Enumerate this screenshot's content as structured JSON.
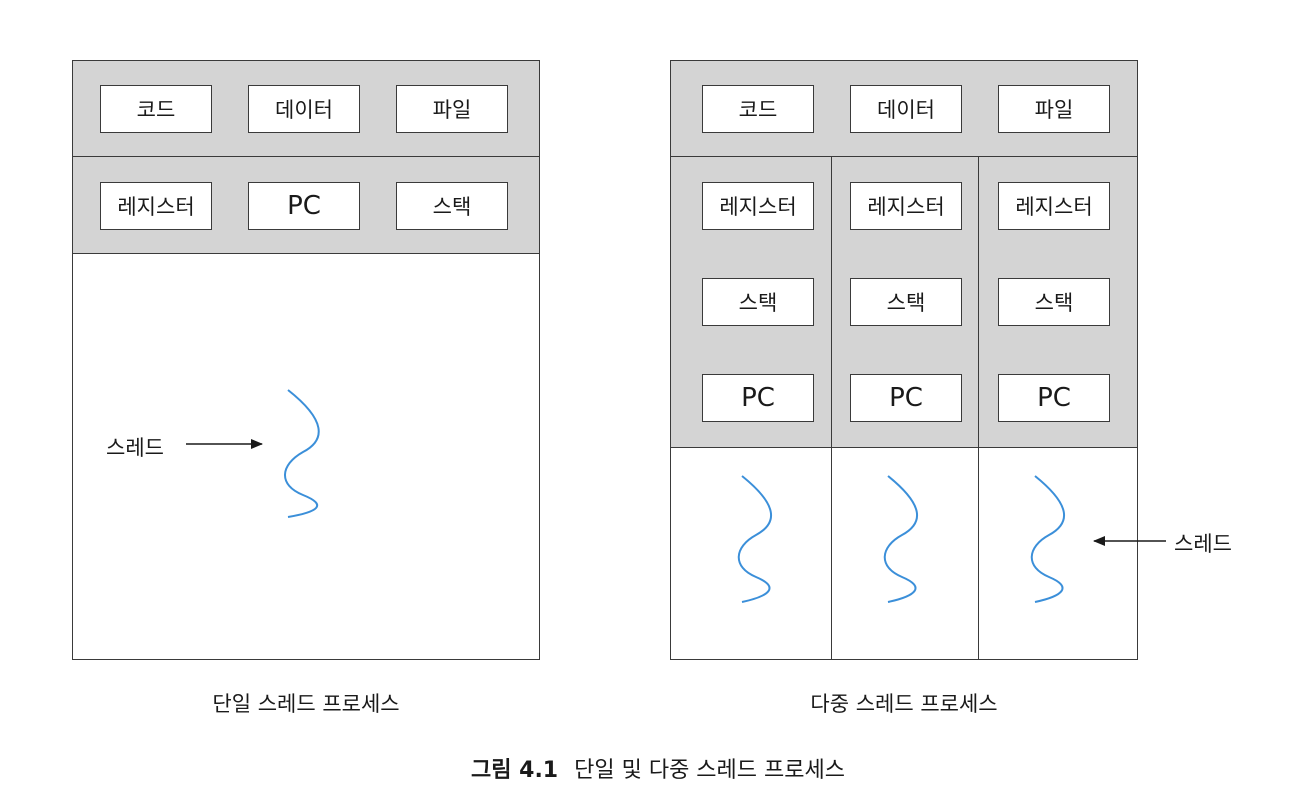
{
  "single_thread": {
    "shared": {
      "code": "코드",
      "data": "데이터",
      "files": "파일"
    },
    "per_thread": {
      "registers": "레지스터",
      "pc": "PC",
      "stack": "스택"
    },
    "thread_label": "스레드",
    "caption": "단일 스레드 프로세스"
  },
  "multi_thread": {
    "shared": {
      "code": "코드",
      "data": "데이터",
      "files": "파일"
    },
    "threads": [
      {
        "registers": "레지스터",
        "stack": "스택",
        "pc": "PC"
      },
      {
        "registers": "레지스터",
        "stack": "스택",
        "pc": "PC"
      },
      {
        "registers": "레지스터",
        "stack": "스택",
        "pc": "PC"
      }
    ],
    "thread_label": "스레드",
    "caption": "다중 스레드 프로세스"
  },
  "figure": {
    "number": "그림 4.1",
    "title": "단일 및 다중 스레드 프로세스"
  },
  "colors": {
    "shaded_region": "#d4d4d4",
    "thread_wave": "#3b8fd9",
    "outline": "#3a3a3a"
  }
}
